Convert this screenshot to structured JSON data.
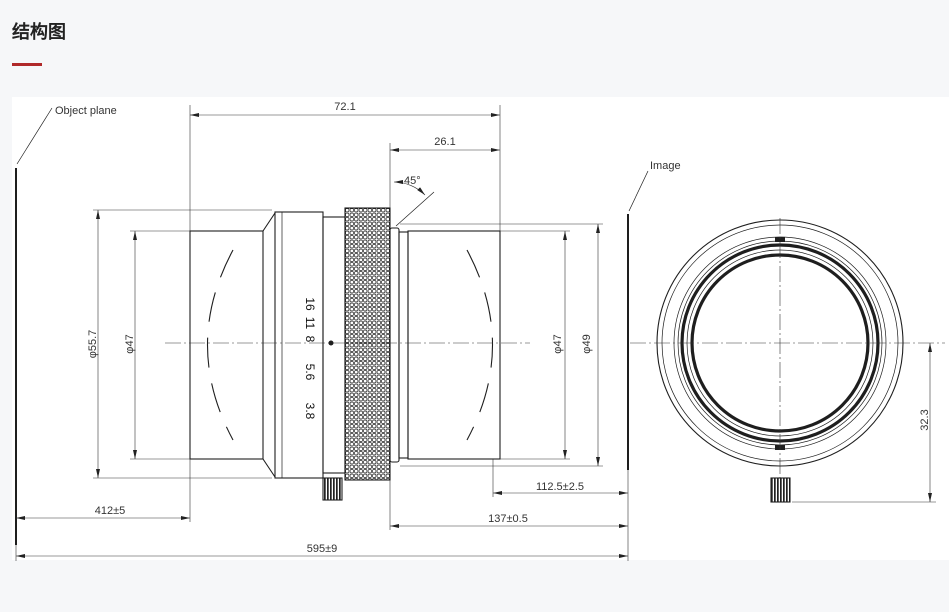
{
  "page": {
    "title": "结构图",
    "accent_color": "#b0292a"
  },
  "drawing": {
    "labels": {
      "object_plane": "Object plane",
      "image_plane": "Image",
      "length_72": "72.1",
      "length_26": "26.1",
      "angle_45": "45°",
      "dia_55": "φ55.7",
      "dia_47_front": "φ47",
      "dia_47_rear": "φ47",
      "dia_49": "φ49",
      "height_32": "32.3",
      "dist_112": "112.5±2.5",
      "dist_412": "412±5",
      "dist_137": "137±0.5",
      "dist_595": "595±9"
    },
    "aperture_marks": [
      "16",
      "11",
      "8",
      "5.6",
      "3.8"
    ]
  }
}
